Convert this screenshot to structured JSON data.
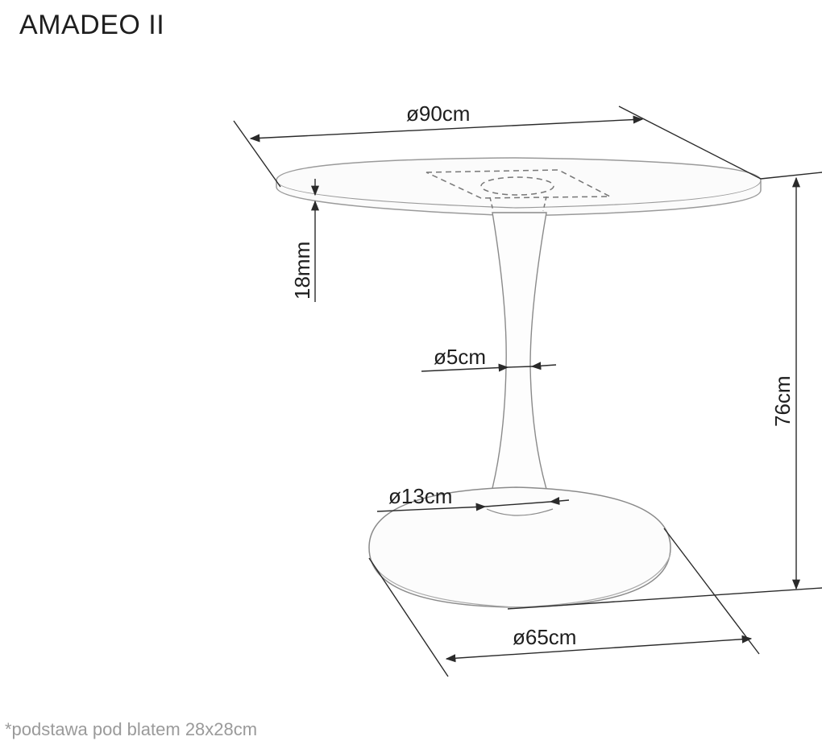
{
  "title": "AMADEO II",
  "footnote": "*podstawa pod blatem 28x28cm",
  "dimensions": {
    "top_diameter": "ø90cm",
    "top_thickness": "18mm",
    "stem_diameter": "ø5cm",
    "stem_base_diameter": "ø13cm",
    "base_diameter": "ø65cm",
    "height": "76cm"
  },
  "colors": {
    "line": "#2a2a2a",
    "outline": "#8a8a8a",
    "dashed": "#777777",
    "footnote": "#9a9a9a"
  }
}
